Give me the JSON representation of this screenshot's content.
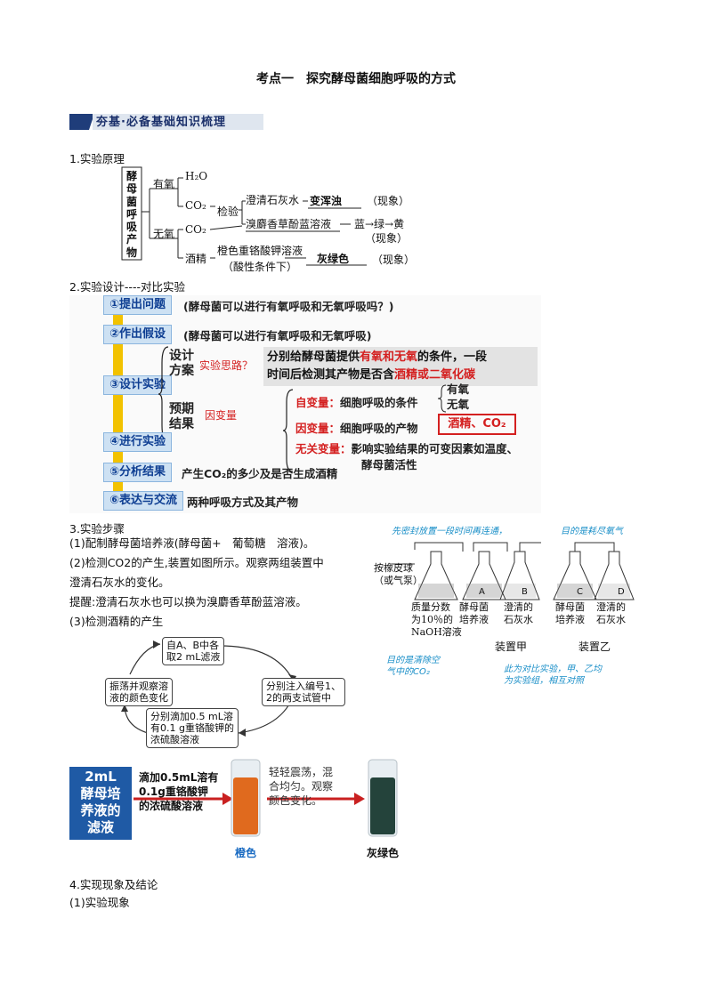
{
  "title": "考点一　探究酵母菌细胞呼吸的方式",
  "banner": "夯基·必备基础知识梳理",
  "s1": {
    "heading": "1.实验原理",
    "subject": [
      "酵",
      "母",
      "菌",
      "呼",
      "吸",
      "产",
      "物"
    ],
    "aerobic": "有氧",
    "anaerobic": "无氧",
    "h2o": "H₂O",
    "co2": "CO₂",
    "detect": "检验",
    "limewater": "澄清石灰水",
    "turbid": "变浑浊",
    "phenomenon": "（现象）",
    "btb": "溴麝香草酚蓝溶液",
    "colorchain": "蓝→绿→黄",
    "alcohol": "酒精",
    "dichromate": "橙色重铬酸钾溶液",
    "acidic": "（酸性条件下）",
    "graygreen": "灰绿色"
  },
  "s2": {
    "heading": "2.实验设计----对比实验",
    "steps": [
      {
        "btn": "①提出问题",
        "text": "(酵母菌可以进行有氧呼吸和无氧呼吸吗？)"
      },
      {
        "btn": "②作出假设",
        "text": "(酵母菌可以进行有氧呼吸和无氧呼吸)"
      },
      {
        "btn": "③设计实验"
      },
      {
        "btn": "④进行实验"
      },
      {
        "btn": "⑤分析结果",
        "text": "产生CO₂的多少及是否生成酒精"
      },
      {
        "btn": "⑥表达与交流",
        "text": "两种呼吸方式及其产物"
      }
    ],
    "design_label": [
      "设计",
      "方案"
    ],
    "idea_label": "实验思路？",
    "idea_text_a": "分别给酵母菌提供",
    "idea_text_red1": "有氧和无氧",
    "idea_text_b": "的条件，一段",
    "idea_text_c": "时间后检测其产物是否含",
    "idea_text_red2": "酒精或二氧化碳",
    "expected_label": [
      "预期",
      "结果"
    ],
    "dependent_label": "因变量",
    "iv_label": "自变量：",
    "iv_text": "细胞呼吸的条件",
    "iv_opts": [
      "有氧",
      "无氧"
    ],
    "dv_label": "因变量：",
    "dv_text": "细胞呼吸的产物",
    "dv_box": "酒精、CO₂",
    "cv_label": "无关变量：",
    "cv_text": [
      "影响实验结果的可变因素如温度、",
      "酵母菌活性"
    ]
  },
  "s3": {
    "heading": "3.实验步骤",
    "lines": [
      "(1)配制酵母菌培养液(酵母菌+　葡萄糖　溶液)。",
      "(2)检测CO2的产生,装置如图所示。观察两组装置中",
      "澄清石灰水的变化。",
      "提醒:澄清石灰水也可以换为溴麝香草酚蓝溶液。",
      "(3)检测酒精的产生"
    ],
    "lab": {
      "note_top1": "先密封放置一段时间再连通，",
      "note_top2": "目的是耗尽氧气",
      "pump": [
        "按橡皮球",
        "（或气泵）"
      ],
      "naoh": [
        "质量分数",
        "为10％的",
        "NaOH溶液"
      ],
      "yeast_a": [
        "酵母菌",
        "培养液"
      ],
      "lime_a": [
        "澄清的",
        "石灰水"
      ],
      "yeast_b": [
        "酵母菌",
        "培养液"
      ],
      "lime_b": [
        "澄清的",
        "石灰水"
      ],
      "label_a": "A",
      "label_b": "B",
      "label_c": "C",
      "label_d": "D",
      "device1": "装置甲",
      "device2": "装置乙",
      "note_left": [
        "目的是清除空",
        "气中的CO₂"
      ],
      "note_right": [
        "此为对比实验，甲、乙均",
        "为实验组，相互对照"
      ]
    },
    "flow": {
      "box1": [
        "自A、B中各",
        "取2 mL滤液"
      ],
      "box2": [
        "分别注入编号1、",
        "2的两支试管中"
      ],
      "box3": [
        "分别滴加0.5 mL溶",
        "有0.1 g重铬酸钾的",
        "浓硫酸溶液"
      ],
      "box4": [
        "振荡并观察溶",
        "液的颜色变化"
      ]
    },
    "tube": {
      "board": [
        "2mL",
        "酵母培",
        "养液的",
        "滤液"
      ],
      "add": [
        "滴加0.5mL溶有",
        "0.1g重铬酸钾",
        "的浓硫酸溶液"
      ],
      "shake": [
        "轻轻震荡，混",
        "合均匀。观察",
        "颜色变化。"
      ],
      "orange": "橙色",
      "graygreen": "灰绿色"
    }
  },
  "s4": {
    "heading": "4.实现现象及结论",
    "sub": "(1)实验现象"
  },
  "colors": {
    "blue_text": "#0f3f93",
    "red": "#d42020",
    "orange": "#e06a1e",
    "dark_green": "#24433b",
    "annot": "#1a8fc8"
  }
}
